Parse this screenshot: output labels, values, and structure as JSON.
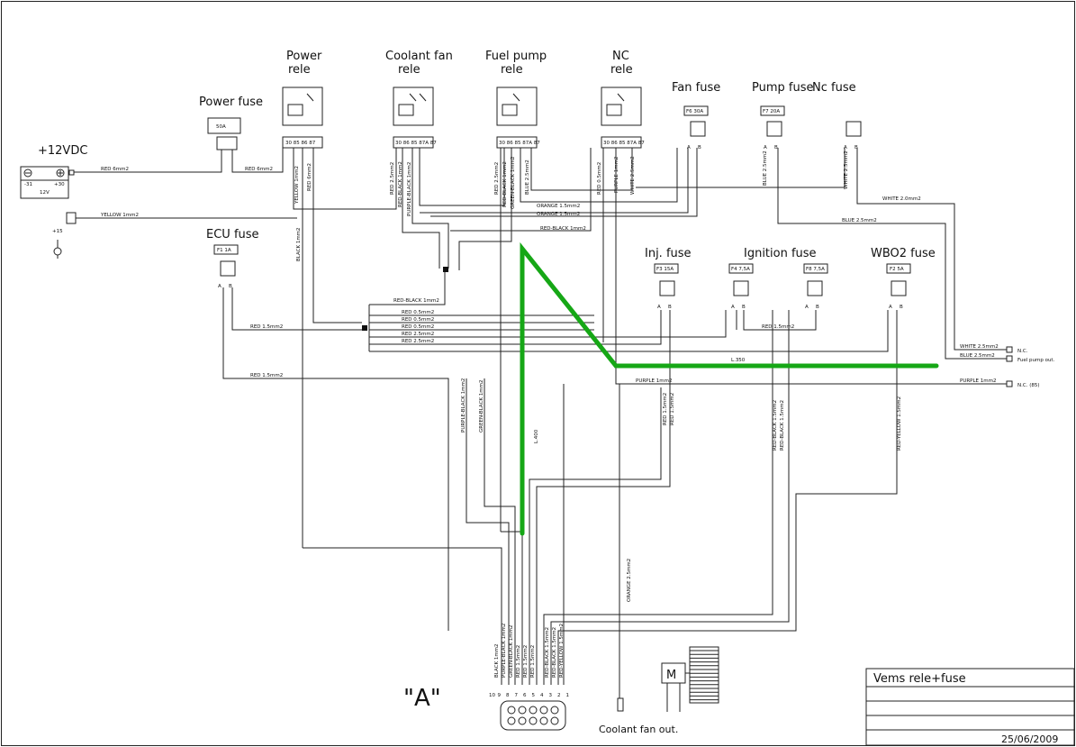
{
  "relays": [
    {
      "title_line1": "Power",
      "title_line2": "rele",
      "pins": "30  85 86   87"
    },
    {
      "title_line1": "Coolant fan",
      "title_line2": "rele",
      "pins": "30 86 85  87A 87"
    },
    {
      "title_line1": "Fuel pump",
      "title_line2": "rele",
      "pins": "30  86 85  87A 87"
    },
    {
      "title_line1": "NC",
      "title_line2": "rele",
      "pins": "30  86 85  87A 87"
    }
  ],
  "fuses": {
    "power": {
      "title": "Power fuse",
      "rating": "50A"
    },
    "fan": {
      "title": "Fan fuse",
      "rating": "F6  30A"
    },
    "pump": {
      "title": "Pump fuse",
      "rating": "F7  20A"
    },
    "nc": {
      "title": "Nc fuse"
    },
    "ecu": {
      "title": "ECU fuse",
      "rating": "F1  1A"
    },
    "inj": {
      "title": "Inj. fuse",
      "rating": "F3  15A"
    },
    "ignition": {
      "title": "Ignition fuse",
      "rating_a": "F4  7,5A",
      "rating_b": "F8  7,5A"
    },
    "wbo2": {
      "title": "WBO2 fuse",
      "rating": "F2  5A"
    },
    "pin_a": "A",
    "pin_b": "B"
  },
  "battery": {
    "title": "+12VDC",
    "neg": "-31",
    "pos": "+30",
    "voltage": "12V"
  },
  "ignition_key": {
    "label": "+15"
  },
  "wire_labels": {
    "red_6": "RED 6mm2",
    "red_6b": "RED 6mm2",
    "yellow_1": "YELLOW 1mm2",
    "yellow_1v": "YELLOW 1mm2",
    "red_6v": "RED 6mm2",
    "black_1v": "BLACK 1mm2",
    "red_25_a": "RED 2.5mm2",
    "red_black_1_a": "RED-BLACK 1mm2",
    "purple_black_1": "PURPLE-BLACK 1mm2",
    "red_25_b": "RED 2.5mm2",
    "red_black_1_b": "RED-BLACK 1mm2",
    "green_black_1": "GREEN-BLACK 1mm2",
    "blue_25_a": "BLUE 2.5mm2",
    "red_05": "RED 0.5mm2",
    "purple_1v": "PURPLE 1mm2",
    "white_25_v": "WHITE 2.5mm2",
    "blue_25_v": "BLUE 2.5mm2",
    "white_25_v2": "WHITE 2.5mm2",
    "orange_15": "ORANGE 1.5mm2",
    "orange_15b": "ORANGE 1.5mm2",
    "white_2": "WHITE 2.0mm2",
    "blue_25_h": "BLUE 2.5mm2",
    "red_black_1_h": "RED-BLACK 1mm2",
    "red_black_1_h2": "RED-BLACK 1mm2",
    "red_05_1": "RED 0.5mm2",
    "red_05_2": "RED 0.5mm2",
    "red_05_3": "RED 0.5mm2",
    "red_25_1": "RED 2.5mm2",
    "red_25_2": "RED 2.5mm2",
    "red_15_a": "RED 1.5mm2",
    "red_15_b": "RED 1.5mm2",
    "red_15_c": "RED 1.5mm2",
    "white_25_out": "WHITE 2.5mm2",
    "blue_25_out": "BLUE 2.5mm2",
    "purple_1_out": "PURPLE 1mm2",
    "purple_1_h": "PURPLE 1mm2",
    "purple_black_1_v": "PURPLE-BLACK 1mm2",
    "green_black_1_v": "GREEN-BLACK 1mm2",
    "red_15_v1": "RED 1.5mm2",
    "red_15_v2": "RED 1.5mm2",
    "red_black_15_v1": "RED-BLACK 1.5mm2",
    "red_black_15_v2": "RED-BLACK 1.5mm2",
    "red_yellow_15_v": "RED-YELLOW 1.5mm2",
    "orange_25_v": "ORANGE 2.5mm2"
  },
  "outputs": {
    "nc": "N.C.",
    "fuel_pump": "Fuel pump out.",
    "nc_85": "N.C. (85)",
    "coolant_fan": "Coolant fan out."
  },
  "dimensions": {
    "l350": "L.350",
    "l400": "L.400"
  },
  "connector": {
    "label": "\"A\"",
    "pin_numbers": [
      "10",
      "9",
      "8",
      "7",
      "6",
      "5",
      "4",
      "3",
      "2",
      "1"
    ],
    "pin_wires": [
      "BLACK 1mm2",
      "PURPLE-BLACK 1mm2",
      "GREEN-BLACK 1mm2",
      "RED 1.5mm2",
      "RED 1.5mm2",
      "RED 1.5mm2",
      "RED-BLACK 1.5mm2",
      "RED-BLACK 1.5mm2",
      "RED-YELLOW 1.5mm2"
    ]
  },
  "motor": {
    "label": "M"
  },
  "title_block": {
    "title": "Vems rele+fuse",
    "date": "25/06/2009"
  },
  "colors": {
    "accent_green": "#16a716",
    "ink": "#222222"
  }
}
